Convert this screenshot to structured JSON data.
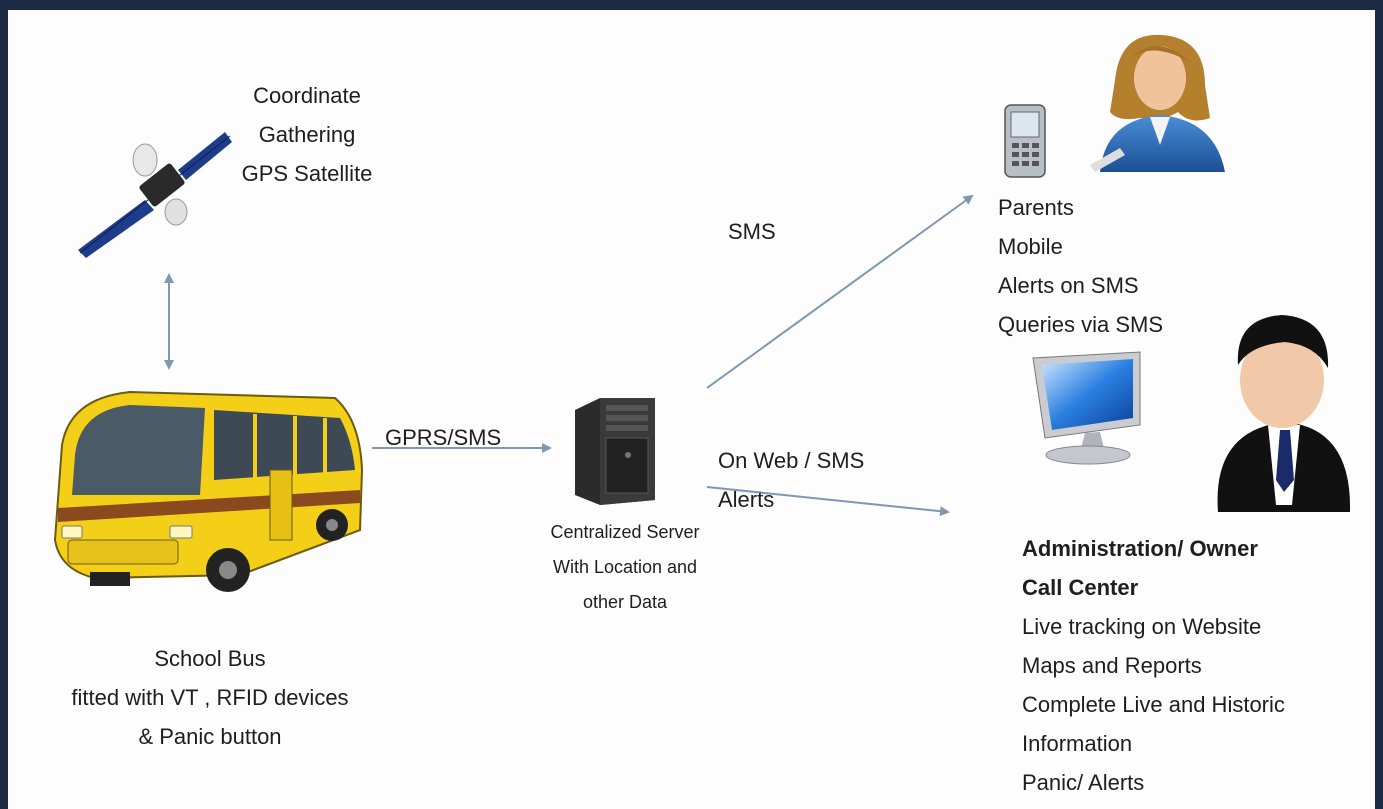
{
  "satellite": {
    "lines": [
      "Coordinate",
      "Gathering",
      "GPS Satellite"
    ]
  },
  "bus": {
    "lines": [
      "School Bus",
      "fitted with VT , RFID devices",
      "& Panic button"
    ]
  },
  "links": {
    "gprs": "GPRS/SMS",
    "sms": "SMS",
    "web_line1": "On Web / SMS",
    "web_line2": "Alerts"
  },
  "server": {
    "lines": [
      "Centralized Server",
      "With Location and",
      "other Data"
    ]
  },
  "parents": {
    "lines": [
      "Parents",
      "Mobile",
      "Alerts on SMS",
      "Queries via SMS"
    ]
  },
  "admin": {
    "title_lines": [
      "Administration/ Owner",
      "Call Center"
    ],
    "lines": [
      "Live tracking on Website",
      "Maps and Reports",
      "Complete Live and Historic",
      "Information",
      "Panic/ Alerts"
    ]
  },
  "colors": {
    "frame": "#1d2a44",
    "arrow": "#7f97b2",
    "bus_yellow": "#f4cf17",
    "bus_stripe": "#8a4a1e"
  },
  "icons": [
    "satellite-icon",
    "school-bus-icon",
    "server-icon",
    "mobile-phone-icon",
    "woman-avatar-icon",
    "monitor-icon",
    "man-avatar-icon"
  ]
}
